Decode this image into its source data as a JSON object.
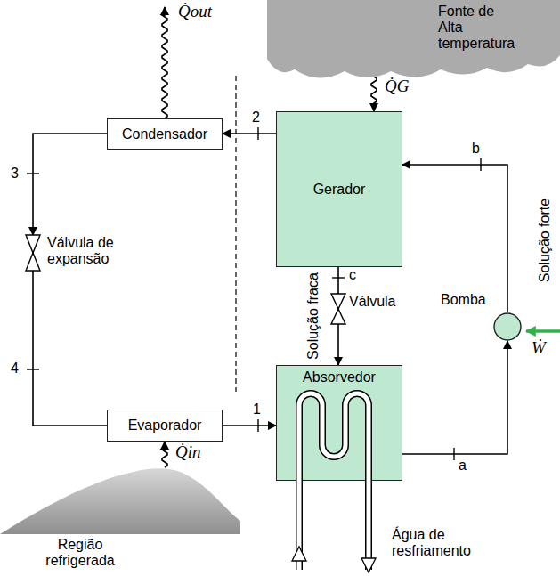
{
  "diagram": {
    "nodes": [
      {
        "text": [
          "Fonte de Alta temperatura"
        ]
      },
      {
        "text": [
          "Condensador"
        ]
      },
      {
        "text": [
          "Gerador"
        ]
      },
      {
        "text": [
          "Válvula de expansão"
        ]
      },
      {
        "text": [
          "Válvula"
        ]
      },
      {
        "text": [
          "Bomba"
        ]
      },
      {
        "text": [
          "Evaporador"
        ]
      },
      {
        "text": [
          "Absorvedor"
        ]
      },
      {
        "text": [
          "Região refrigerada"
        ]
      }
    ],
    "edges": [
      {
        "from": 0,
        "to": 2,
        "arrow": "to",
        "label": "Q̇G"
      },
      {
        "from": 2,
        "to": 1,
        "arrow": "to",
        "label": "2"
      },
      {
        "from": 1,
        "to": 3,
        "arrow": "to",
        "label": "3"
      },
      {
        "from": 3,
        "to": 6,
        "arrow": "none",
        "label": "4"
      },
      {
        "from": 6,
        "to": 7,
        "arrow": "to",
        "label": "1"
      },
      {
        "from": 2,
        "to": 4,
        "arrow": "none",
        "label": "c"
      },
      {
        "from": 4,
        "to": 7,
        "arrow": "to"
      },
      {
        "from": 7,
        "to": 5,
        "arrow": "to",
        "label": "a"
      },
      {
        "from": 5,
        "to": 2,
        "arrow": "to",
        "label": "b"
      },
      {
        "from": 8,
        "to": 6,
        "arrow": "to",
        "label": "Q̇in"
      }
    ],
    "labels": [
      "Q̇out",
      "Solução fraca",
      "Solução forte",
      "Ẇ",
      "Água de resfriamento"
    ]
  }
}
